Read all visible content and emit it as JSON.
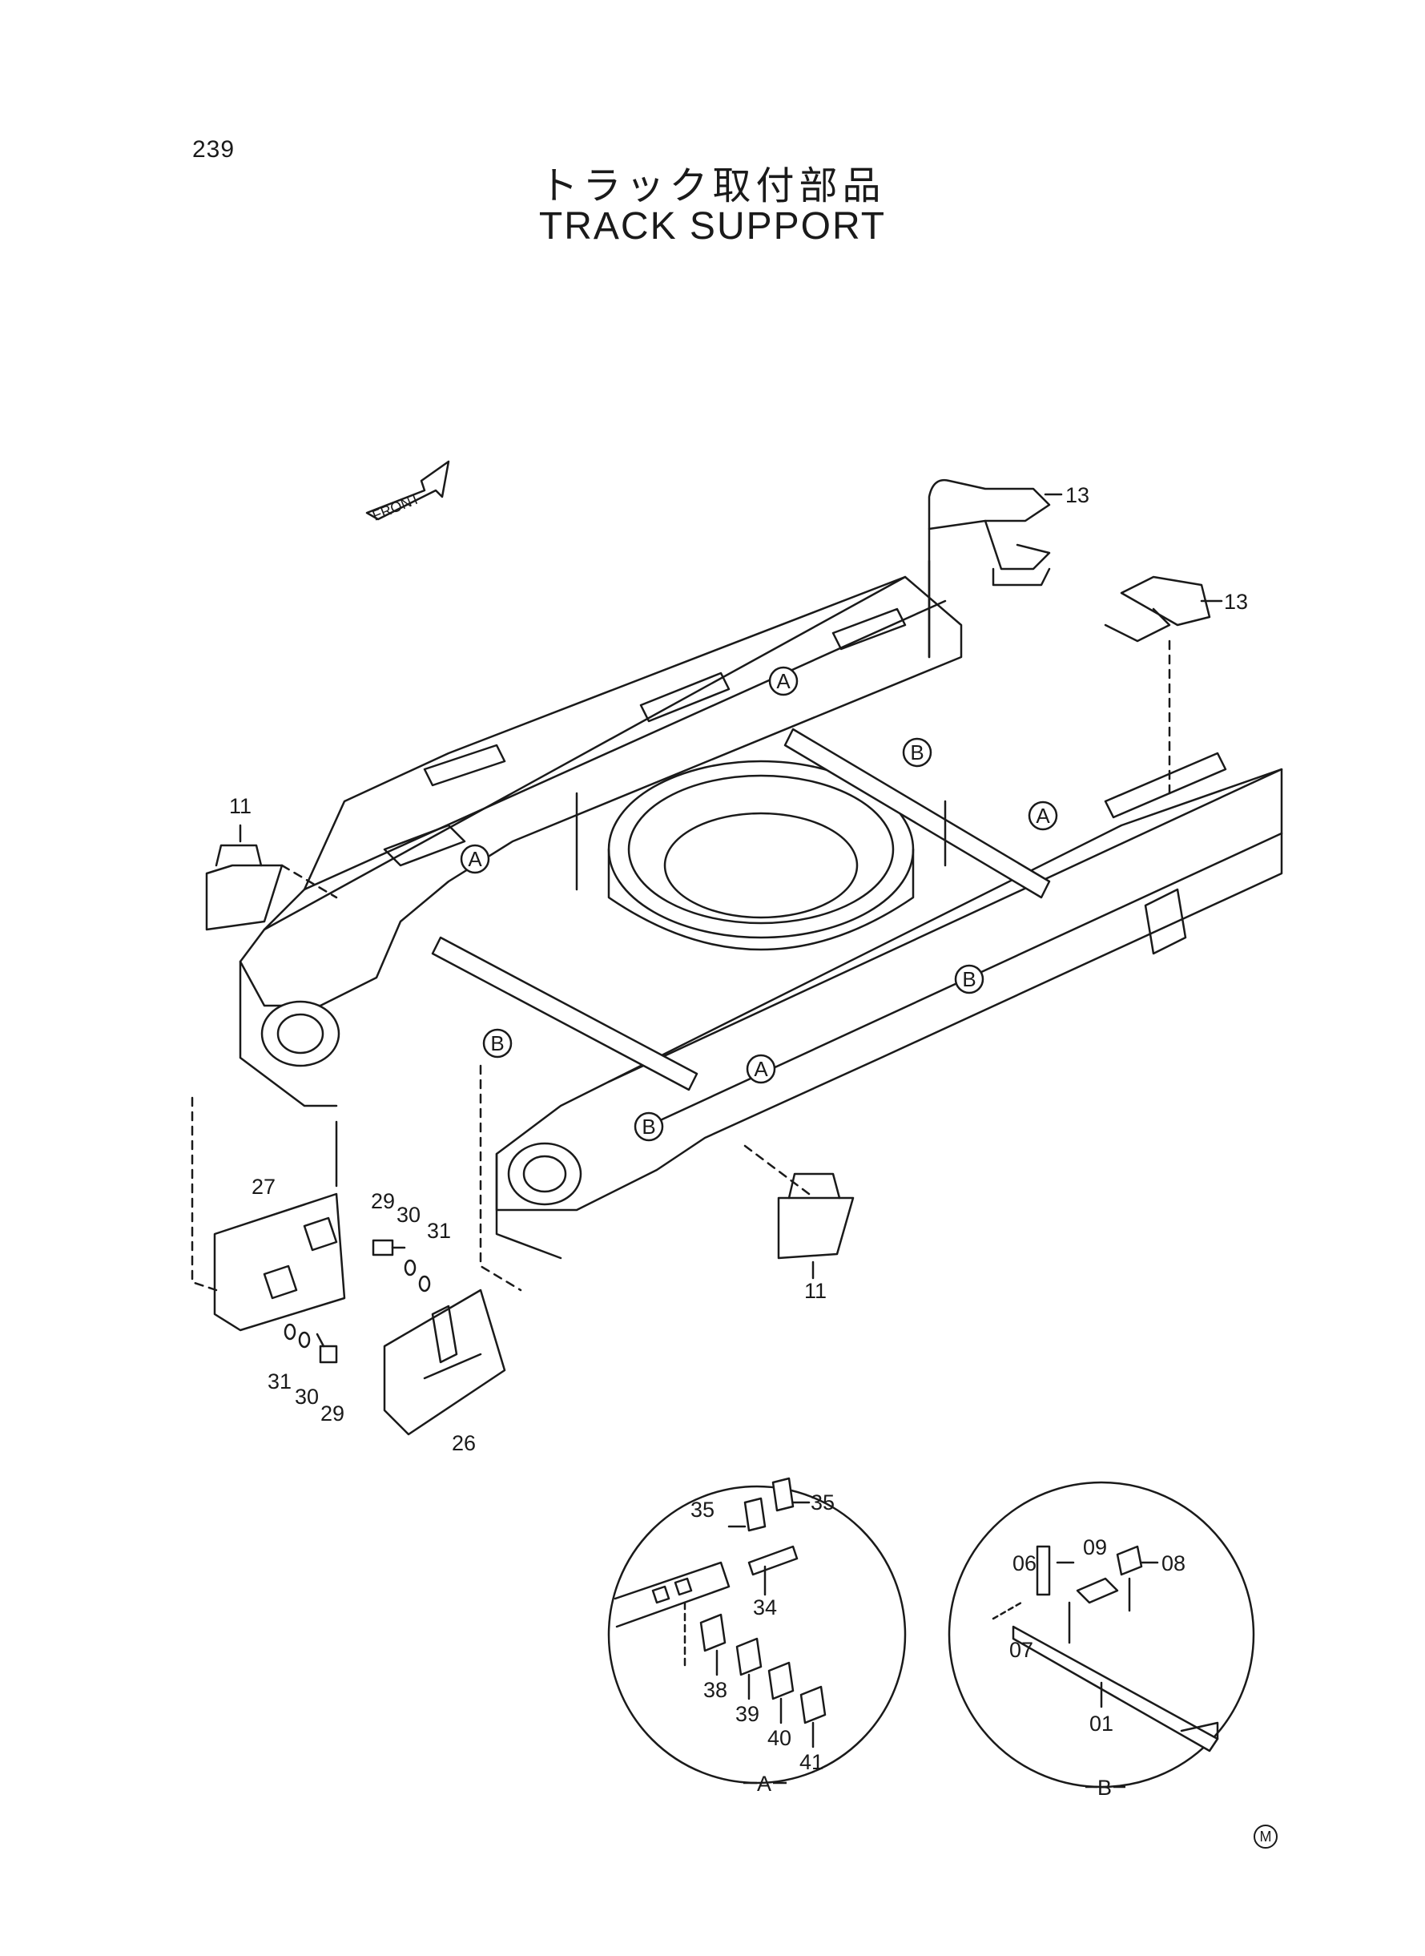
{
  "header": {
    "page_number": "239",
    "title_jp": "トラック取付部品",
    "title_en": "TRACK SUPPORT"
  },
  "front_arrow": {
    "label": "FRONT"
  },
  "part_numbers": {
    "p13a": "13",
    "p13b": "13",
    "p11a": "11",
    "p11b": "11",
    "p27": "27",
    "p26": "26",
    "p29a": "29",
    "p30a": "30",
    "p31a": "31",
    "p29b": "29",
    "p30b": "30",
    "p31b": "31",
    "p35a": "35",
    "p35b": "35",
    "p34": "34",
    "p38": "38",
    "p39": "39",
    "p40": "40",
    "p41": "41",
    "p06": "06",
    "p07": "07",
    "p09": "09",
    "p08": "08",
    "p01": "01"
  },
  "callouts": {
    "a1": "A",
    "a2": "A",
    "a3": "A",
    "a4": "A",
    "b1": "B",
    "b2": "B",
    "b3": "B",
    "b4": "B"
  },
  "detail_labels": {
    "detail_a": "A",
    "detail_b": "B"
  },
  "footer": {
    "mark": "M"
  }
}
